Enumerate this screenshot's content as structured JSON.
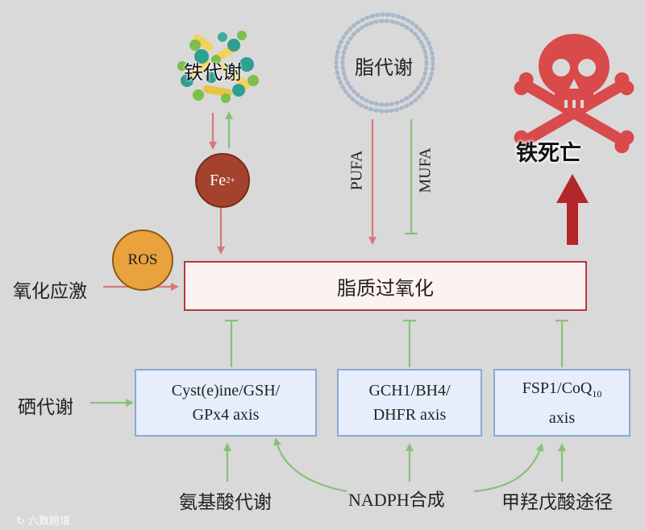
{
  "colors": {
    "background": "#d9d9d9",
    "inhibit_arrow": "#88c07a",
    "promote_arrow": "#d9787a",
    "dark_red": "#b3262a",
    "box_border_red": "#b03a3a",
    "box_fill_blue": "#e6eefb",
    "box_border_blue": "#8aa9d3"
  },
  "nodes": {
    "iron_metabolism": "铁代谢",
    "lipid_metabolism": "脂代谢",
    "ferroptosis": "铁死亡",
    "fe_ion": {
      "base": "Fe",
      "sup": "2+"
    },
    "ros": "ROS",
    "pufa": "PUFA",
    "mufa": "MUFA",
    "oxidative_stress": "氧化应激",
    "lipid_peroxidation": "脂质过氧化",
    "selenium_metabolism": "硒代谢",
    "axis1": {
      "line1": "Cyst(e)ine/GSH/",
      "line2": "GPx4 axis"
    },
    "axis2": {
      "line1": "GCH1/BH4/",
      "line2": "DHFR axis"
    },
    "axis3": {
      "line1": "FSP1/CoQ",
      "sub": "10",
      "line2": "axis"
    },
    "amino_acid_metabolism": "氨基酸代谢",
    "nadph_synthesis": "NADPH合成",
    "mevalonate_pathway": "甲羟戊酸途径"
  },
  "icons": {
    "iron": "protein-cluster-icon",
    "lipid": "lipid-vesicle-icon",
    "death": "skull-crossbones-icon"
  },
  "watermark": "六数跨境"
}
